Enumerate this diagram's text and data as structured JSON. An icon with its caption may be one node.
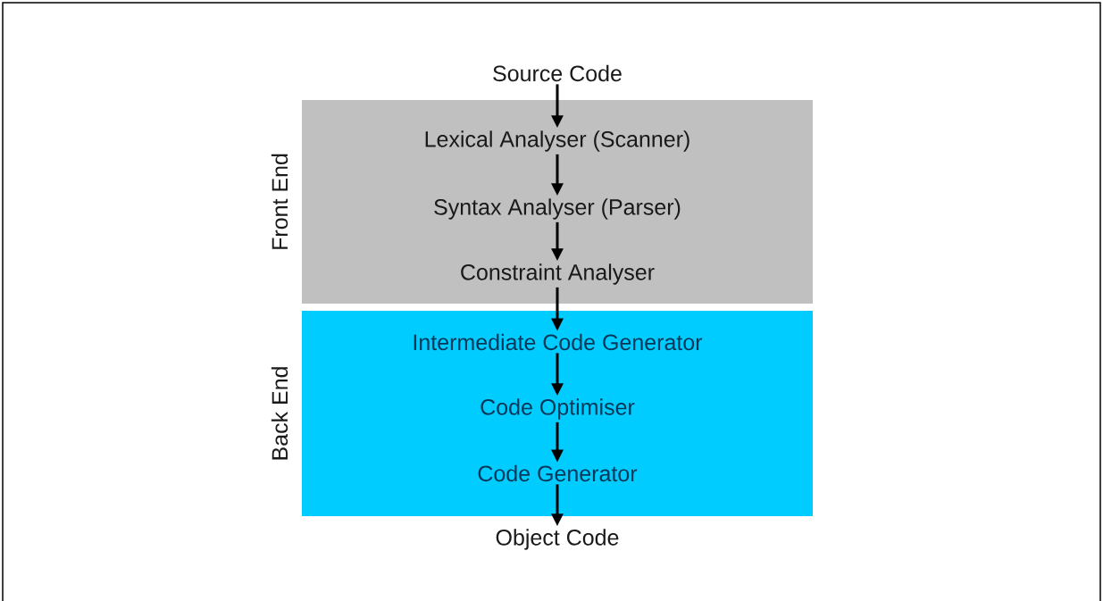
{
  "diagram": {
    "nodes": [
      {
        "text": [
          "Front End"
        ]
      },
      {
        "text": [
          "Back End"
        ]
      },
      {
        "text": [
          "Source Code"
        ]
      },
      {
        "text": [
          "Lexical Analyser (Scanner)"
        ],
        "in": 0
      },
      {
        "text": [
          "Syntax Analyser (Parser)"
        ],
        "in": 0
      },
      {
        "text": [
          "Constraint Analyser"
        ],
        "in": 0
      },
      {
        "text": [
          "Intermediate Code Generator"
        ],
        "in": 1
      },
      {
        "text": [
          "Code Optimiser"
        ],
        "in": 1
      },
      {
        "text": [
          "Code Generator"
        ],
        "in": 1
      },
      {
        "text": [
          "Object Code"
        ]
      }
    ],
    "edges": [
      {
        "from": 2,
        "to": 3,
        "arrow": "to"
      },
      {
        "from": 3,
        "to": 4,
        "arrow": "to"
      },
      {
        "from": 4,
        "to": 5,
        "arrow": "to"
      },
      {
        "from": 5,
        "to": 6,
        "arrow": "to"
      },
      {
        "from": 6,
        "to": 7,
        "arrow": "to"
      },
      {
        "from": 7,
        "to": 8,
        "arrow": "to"
      },
      {
        "from": 8,
        "to": 9,
        "arrow": "to"
      }
    ]
  }
}
